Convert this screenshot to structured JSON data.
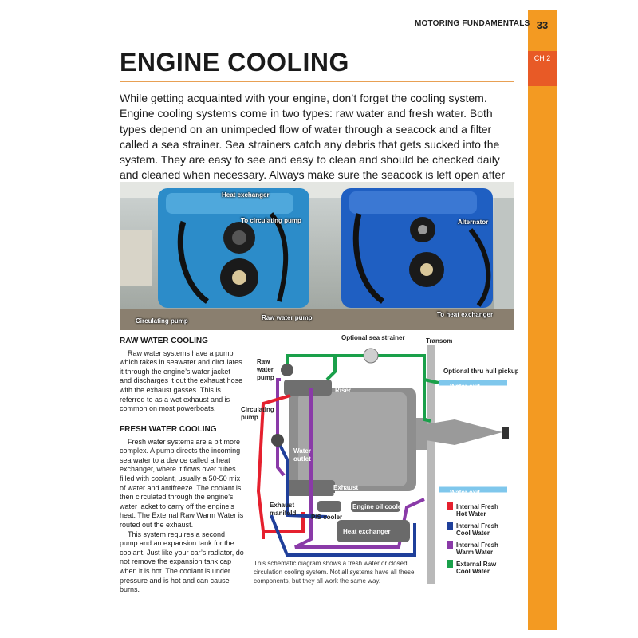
{
  "header": {
    "section": "MOTORING FUNDAMENTALS",
    "page_number": "33",
    "chapter": "CH 2"
  },
  "title": "ENGINE COOLING",
  "intro": "While getting acquainted with your engine, don’t forget the cooling system. Engine cooling systems come in two types: raw water and fresh water. Both types depend on an unimpeded flow of water through a seacock and a filter called a sea strainer. Sea strainers catch any debris that gets sucked into the system. They are easy to see and easy to clean and should be checked daily and cleaned when necessary. Always make sure the seacock is left open after cleaning the strainer.",
  "photo_labels": {
    "heat_exchanger": "Heat exchanger",
    "to_circulating_pump": "To circulating pump",
    "alternator": "Alternator",
    "circulating_pump": "Circulating pump",
    "raw_water_pump": "Raw water pump",
    "to_heat_exchanger": "To heat exchanger"
  },
  "raw_water": {
    "heading": "RAW WATER COOLING",
    "body": "Raw water systems have a pump which takes in seawater and circulates it through the engine’s water jacket and discharges it out the exhaust hose with the exhaust gasses. This is referred to as a wet exhaust and is common on most powerboats."
  },
  "fresh_water": {
    "heading": "FRESH WATER COOLING",
    "body1": "Fresh water systems are a bit more complex. A pump directs the incoming sea water to a device called a heat exchanger, where it flows over tubes filled with coolant, usually a 50-50 mix of water and antifreeze. The coolant is then circulated through the engine’s water jacket to carry off the engine’s heat. The External Raw Warm Water is routed out the exhaust.",
    "body2": "This system requires a second pump and an expansion tank for the coolant. Just like your car’s radiator, do not remove the expansion tank cap when it is hot. The coolant is under pressure and is hot and can cause burns."
  },
  "diagram": {
    "optional_sea_strainer": "Optional sea strainer",
    "transom": "Transom",
    "raw_water_pump_1": "Raw",
    "raw_water_pump_2": "water",
    "raw_water_pump_3": "pump",
    "optional_thru_hull": "Optional thru hull pickup",
    "exhaust_riser_top_1": "Exhaust",
    "exhaust_riser_top_2": "Riser",
    "water_exit_top": "Water exit",
    "circulating_pump_1": "Circulating",
    "circulating_pump_2": "pump",
    "water_outlet_1": "Water",
    "water_outlet_2": "outlet",
    "exhaust_riser_bottom_1": "Exhaust",
    "exhaust_riser_bottom_2": "Riser",
    "water_exit_bottom": "Water exit",
    "exhaust_manifold_1": "Exhaust",
    "exhaust_manifold_2": "manifold",
    "ps_cooler": "P/S cooler",
    "engine_oil_cooler": "Engine oil cooler",
    "heat_exchanger": "Heat exchanger"
  },
  "legend": [
    {
      "line1": "Internal Fresh",
      "line2": "Hot Water",
      "color": "#e5202e"
    },
    {
      "line1": "Internal Fresh",
      "line2": "Cool Water",
      "color": "#1f3f9a"
    },
    {
      "line1": "Internal Fresh",
      "line2": "Warm Water",
      "color": "#8a3aa8"
    },
    {
      "line1": "External Raw",
      "line2": "Cool Water",
      "color": "#1aa04a"
    }
  ],
  "caption": "This schematic diagram shows a fresh water or closed circulation cooling system. Not all systems have all these components, but they all work the same way."
}
